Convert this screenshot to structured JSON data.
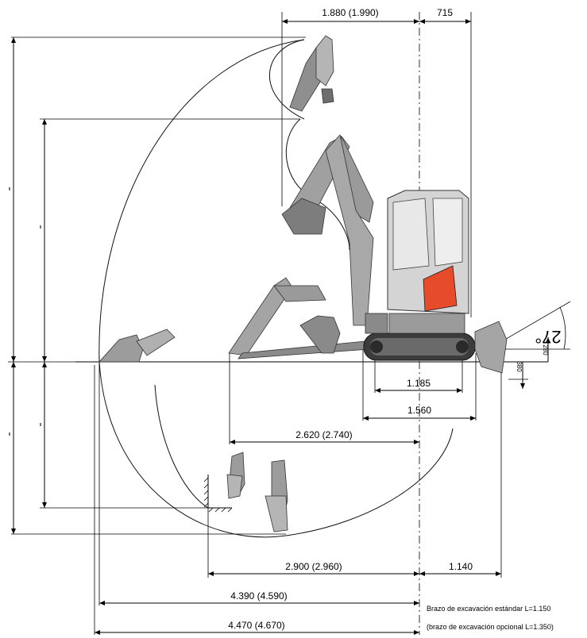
{
  "dimensions": {
    "top_reach": "1.880 (1.990)",
    "top_tail": "715",
    "track_length": "1.185",
    "total_length": "1.560",
    "reach_mid": "2.620 (2.740)",
    "reach_depth": "2.900 (2.960)",
    "offset_right": "1.140",
    "reach_ground": "4.390 (4.590)",
    "reach_max": "4.470 (4.670)",
    "blade_height": "280",
    "blade_depth": "380",
    "blade_angle": "27°"
  },
  "notes": {
    "standard_arm": "Brazo de excavación estándar L=1.150",
    "optional_arm": "(brazo de excavación opcional L=1.350)"
  },
  "colors": {
    "machine_body": "#d4d4d4",
    "machine_dark": "#4a4a4a",
    "counterweight": "#e64b2a",
    "track": "#3c3c3c",
    "bucket": "#8f8f8f"
  }
}
